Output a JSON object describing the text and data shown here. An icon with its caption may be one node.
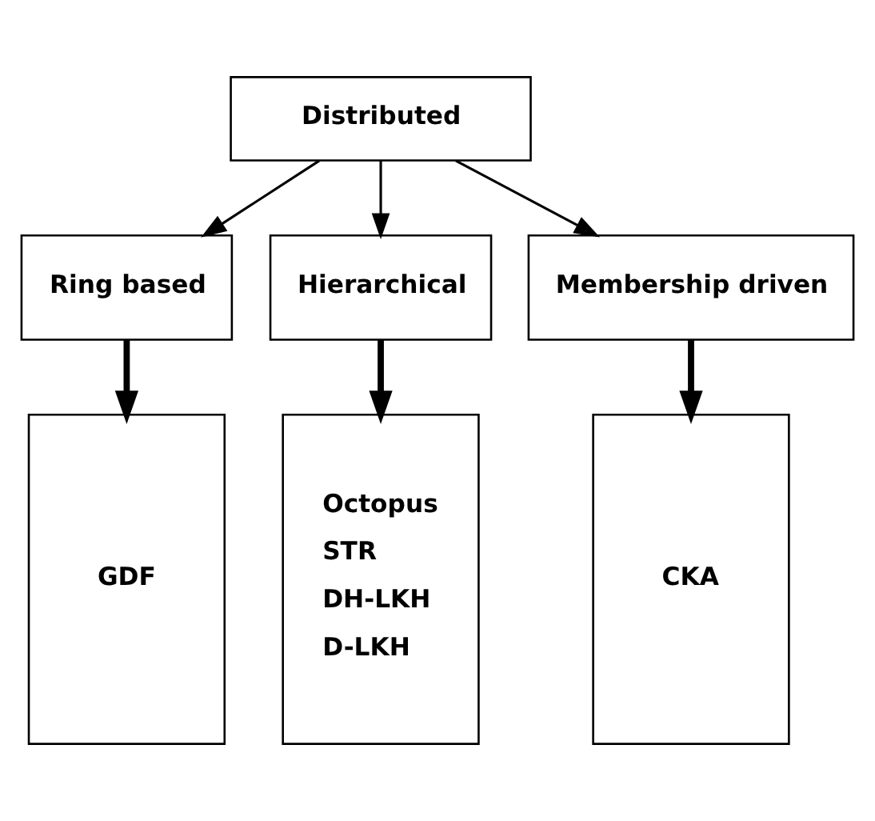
{
  "diagram": {
    "nodes": [
      {
        "text": [
          "Distributed"
        ]
      },
      {
        "text": [
          "Ring based"
        ]
      },
      {
        "text": [
          "Hierarchical"
        ]
      },
      {
        "text": [
          "Membership driven"
        ]
      },
      {
        "text": [
          "GDF"
        ]
      },
      {
        "text": [
          "Octopus",
          "STR",
          "DH-LKH",
          "D-LKH"
        ]
      },
      {
        "text": [
          "CKA"
        ]
      }
    ],
    "edges": [
      {
        "from": 0,
        "to": 1,
        "arrow": "to"
      },
      {
        "from": 0,
        "to": 2,
        "arrow": "to"
      },
      {
        "from": 0,
        "to": 3,
        "arrow": "to"
      },
      {
        "from": 1,
        "to": 4,
        "arrow": "to",
        "style": "thick"
      },
      {
        "from": 2,
        "to": 5,
        "arrow": "to",
        "style": "thick"
      },
      {
        "from": 3,
        "to": 6,
        "arrow": "to",
        "style": "thick"
      }
    ]
  }
}
